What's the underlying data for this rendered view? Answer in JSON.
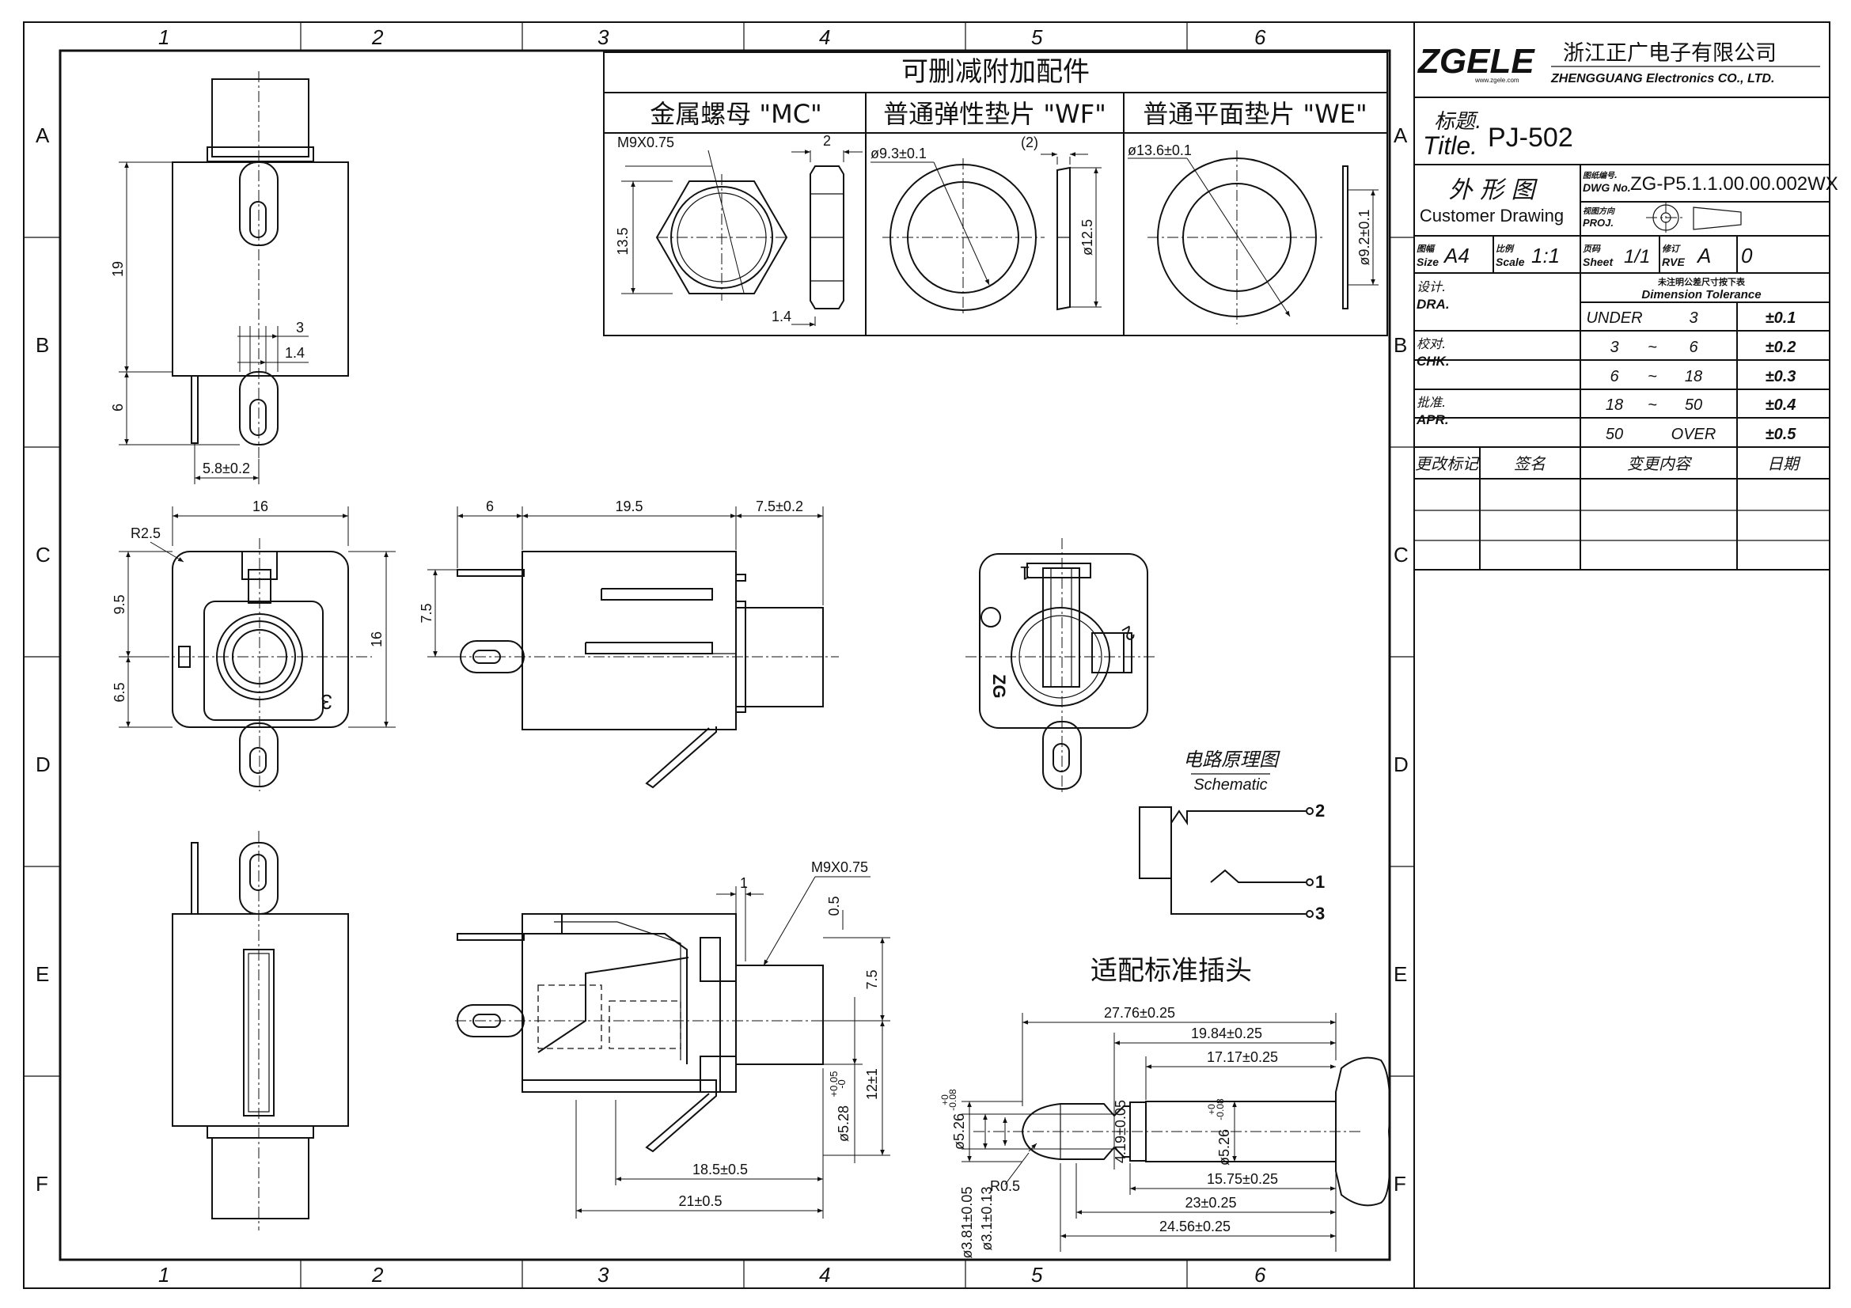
{
  "grid": {
    "columns": [
      "1",
      "2",
      "3",
      "4",
      "5",
      "6"
    ],
    "rows": [
      "A",
      "B",
      "C",
      "D",
      "E",
      "F"
    ]
  },
  "accessories": {
    "title": "可删减附加配件",
    "nut": {
      "label": "金属螺母 \"MC\"",
      "dims": [
        "M9X0.75",
        "2",
        "13.5",
        "1.4"
      ]
    },
    "spring_washer": {
      "label": "普通弹性垫片 \"WF\"",
      "dims": [
        "ø9.3±0.1",
        "(2)",
        "ø12.5"
      ]
    },
    "flat_washer": {
      "label": "普通平面垫片 \"WE\"",
      "dims": [
        "ø13.6±0.1",
        "ø9.2±0.1"
      ]
    }
  },
  "views": {
    "front": {
      "dims": [
        "19",
        "3",
        "1.4",
        "6",
        "5.8±0.2"
      ]
    },
    "top": {
      "dims": [
        "16",
        "R2.5",
        "9.5",
        "6.5",
        "16"
      ],
      "mark": "3"
    },
    "side": {
      "dims": [
        "6",
        "19.5",
        "7.5±0.2",
        "7.5"
      ]
    },
    "rear": {
      "marks": [
        "1",
        "2",
        "ZG"
      ]
    },
    "section": {
      "dims": [
        "M9X0.75",
        "1",
        "0.5",
        "7.5",
        "12±1",
        "ø5.28",
        "+0.05",
        "-0",
        "18.5±0.5",
        "21±0.5"
      ]
    }
  },
  "schematic": {
    "title": "电路原理图",
    "subtitle": "Schematic",
    "pins": [
      "2",
      "1",
      "3"
    ]
  },
  "plug": {
    "title": "适配标准插头",
    "dims": [
      "27.76±0.25",
      "19.84±0.25",
      "17.17±0.25",
      "15.75±0.25",
      "23±0.25",
      "24.56±0.25",
      "R0.5",
      "4.19±0.05",
      "ø5.26",
      "+0",
      "-0.08",
      "ø3.81±0.05",
      "ø3.1±0.13"
    ]
  },
  "title_block": {
    "logo": "ZGELE",
    "logo_sub": "www.zgele.com",
    "company_cn": "浙江正广电子有限公司",
    "company_en": "ZHENGGUANG Electronics CO., LTD.",
    "title_label_cn": "标题.",
    "title_label_en": "Title.",
    "title": "PJ-502",
    "drawing_cn": "外 形 图",
    "drawing_en": "Customer Drawing",
    "dwg_label_cn": "图纸编号.",
    "dwg_label_en": "DWG No.",
    "dwg_no": "ZG-P5.1.1.00.00.002WX",
    "proj_label_cn": "视图方向",
    "proj_label_en": "PROJ.",
    "size_label_cn": "图幅",
    "size_label_en": "Size",
    "size": "A4",
    "scale_label_cn": "比例",
    "scale_label_en": "Scale",
    "scale": "1:1",
    "sheet_label_cn": "页码",
    "sheet_label_en": "Sheet",
    "sheet": "1/1",
    "rev_label_cn": "修订",
    "rev_label_en": "RVE",
    "rev": "A",
    "rev_num": "0",
    "tol_title_cn": "未注明公差尺寸按下表",
    "tol_title_en": "Dimension Tolerance",
    "roles": [
      {
        "cn": "设计.",
        "en": "DRA."
      },
      {
        "cn": "校对.",
        "en": "CHK."
      },
      {
        "cn": "批准.",
        "en": "APR."
      }
    ],
    "tolerance": [
      {
        "from": "UNDER",
        "sep": "",
        "to": "3",
        "tol": "±0.1"
      },
      {
        "from": "3",
        "sep": "~",
        "to": "6",
        "tol": "±0.2"
      },
      {
        "from": "6",
        "sep": "~",
        "to": "18",
        "tol": "±0.3"
      },
      {
        "from": "18",
        "sep": "~",
        "to": "50",
        "tol": "±0.4"
      },
      {
        "from": "50",
        "sep": "",
        "to": "OVER",
        "tol": "±0.5"
      }
    ],
    "revision_headers": [
      "更改标记",
      "签名",
      "变更内容",
      "日期"
    ]
  }
}
